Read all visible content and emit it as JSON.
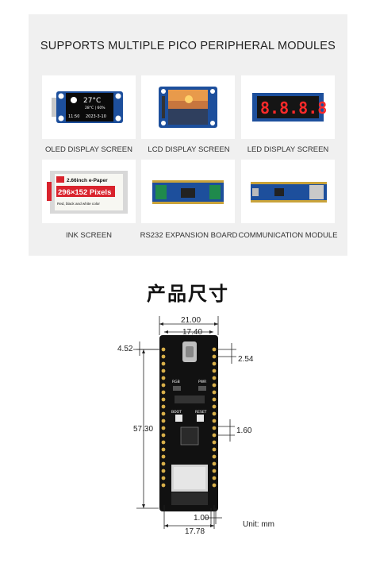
{
  "modules": {
    "title": "SUPPORTS MULTIPLE PICO PERIPHERAL MODULES",
    "items": [
      {
        "label": "OLED DISPLAY SCREEN",
        "screen": {
          "temperature": "27°C",
          "sub": "28°C | 60%",
          "time": "11:50",
          "date": "2023-3-10"
        }
      },
      {
        "label": "LCD DISPLAY SCREEN"
      },
      {
        "label": "LED DISPLAY SCREEN",
        "digits": "8.8.8.8"
      },
      {
        "label": "INK SCREEN",
        "screen": {
          "heading": "2.66inch e-Paper",
          "resolution": "296×152 Pixels",
          "note": "Red, black and white color"
        }
      },
      {
        "label": "RS232 EXPANSION BOARD"
      },
      {
        "label": "COMMUNICATION MODULE"
      }
    ]
  },
  "dimensions": {
    "title": "产品尺寸",
    "width_total": "21.00",
    "width_holes": "17.40",
    "left_offset": "4.52",
    "hole_pitch_top": "2.54",
    "height": "57.30",
    "right_mid": "1.60",
    "bottom_hole": "1.00",
    "bottom_width": "17.78",
    "unit": "Unit: mm",
    "board_labels": {
      "rgb": "RGB",
      "pwr": "PWR",
      "boot": "BOOT",
      "reset": "RESET"
    }
  },
  "colors": {
    "panel_bg": "#f0f0f0",
    "pcb": "#111111",
    "pcb_blue": "#1a3d8f",
    "led_red": "#ff2a2a",
    "epaper_red": "#d9232d"
  }
}
